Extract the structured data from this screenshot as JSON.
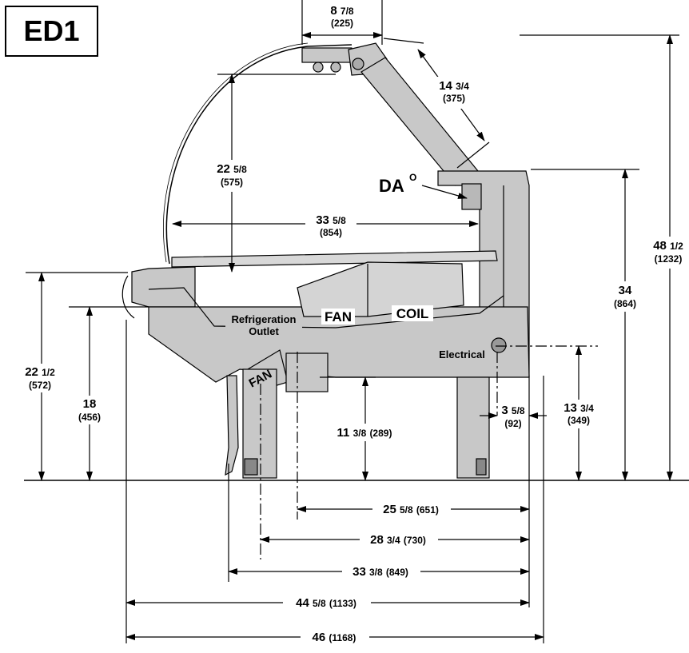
{
  "title": "ED1",
  "labels": {
    "refrigeration": "Refrigeration",
    "outlet": "Outlet",
    "fan_upper": "FAN",
    "coil": "COIL",
    "fan_lower": "FAN",
    "electrical": "Electrical",
    "da": "DA",
    "da_sup": "O"
  },
  "dimensions": {
    "d8": {
      "whole": "8",
      "frac": "7/8",
      "metric": "(225)"
    },
    "d14": {
      "whole": "14",
      "frac": "3/4",
      "metric": "(375)"
    },
    "d22_5": {
      "whole": "22",
      "frac": "5/8",
      "metric": "(575)"
    },
    "d33_5": {
      "whole": "33",
      "frac": "5/8",
      "metric": "(854)"
    },
    "d48": {
      "whole": "48",
      "frac": "1/2",
      "metric": "(1232)"
    },
    "d34": {
      "whole": "34",
      "metric": "(864)"
    },
    "d22_1": {
      "whole": "22",
      "frac": "1/2",
      "metric": "(572)"
    },
    "d18": {
      "whole": "18",
      "metric": "(456)"
    },
    "d13": {
      "whole": "13",
      "frac": "3/4",
      "metric": "(349)"
    },
    "d3": {
      "whole": "3",
      "frac": "5/8",
      "metric": "(92)"
    },
    "d11": {
      "whole": "11",
      "frac": "3/8",
      "metric": "(289)"
    },
    "d25": {
      "whole": "25",
      "frac": "5/8",
      "metric": "(651)"
    },
    "d28": {
      "whole": "28",
      "frac": "3/4",
      "metric": "(730)"
    },
    "d33_3": {
      "whole": "33",
      "frac": "3/8",
      "metric": "(849)"
    },
    "d44": {
      "whole": "44",
      "frac": "5/8",
      "metric": "(1133)"
    },
    "d46": {
      "whole": "46",
      "metric": "(1168)"
    }
  },
  "colors": {
    "case_fill": "#c8c8c8",
    "case_dark": "#9a9a9a",
    "line": "#000000"
  }
}
